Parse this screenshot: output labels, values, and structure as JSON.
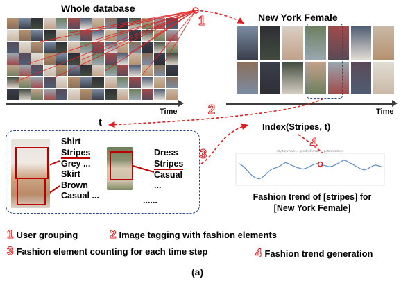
{
  "panels": {
    "whole_database": "Whole database",
    "new_york_female": "New York Female",
    "time_left": "Time",
    "time_right": "Time",
    "t_label": "t"
  },
  "steps": {
    "s1": "1",
    "s2": "2",
    "s3": "3",
    "s4": "4"
  },
  "tags_left": {
    "line1": "Shirt",
    "line2": "Stripes",
    "line3": "Grey ...",
    "line4": "Skirt",
    "line5": "Brown",
    "line6": "Casual ..."
  },
  "tags_right": {
    "line1": "Dress",
    "line2": "Stripes",
    "line3": "Casual",
    "line4": "...",
    "line5": "......"
  },
  "index_label": "Index(Stripes, t)",
  "chart": {
    "header": "city:New York ... gender:female ... pattern:stripes",
    "caption_line1": "Fashion trend of [stripes] for",
    "caption_line2": "[New York Female]"
  },
  "legend": {
    "item1_num": "1",
    "item1": "User grouping",
    "item2_num": "2",
    "item2": "Image tagging with fashion elements",
    "item3_num": "3",
    "item3": "Fashion element counting for each time step",
    "item4_num": "4",
    "item4": "Fashion trend generation"
  },
  "figure_label": "(a)",
  "colors": {
    "accent": "#e02020",
    "box_border": "#2d4a86",
    "chart_line": "#5b8fc7",
    "timeline": "#3d3d3d"
  },
  "chart_data": {
    "type": "line",
    "title": "city:New York ... gender:female ... pattern:stripes",
    "xlabel": "",
    "ylabel": "",
    "y": [
      0.62,
      0.58,
      0.52,
      0.44,
      0.36,
      0.3,
      0.26,
      0.24,
      0.27,
      0.33,
      0.4,
      0.46,
      0.5,
      0.52,
      0.55,
      0.6,
      0.64,
      0.62,
      0.58,
      0.55,
      0.52,
      0.5,
      0.48,
      0.5,
      0.53,
      0.57,
      0.6,
      0.62,
      0.6,
      0.58,
      0.56,
      0.54,
      0.55,
      0.58,
      0.62,
      0.66,
      0.7,
      0.68,
      0.64,
      0.6,
      0.56,
      0.52,
      0.48,
      0.46,
      0.48,
      0.52,
      0.56,
      0.58,
      0.56,
      0.54
    ],
    "highlight_index": 28
  }
}
